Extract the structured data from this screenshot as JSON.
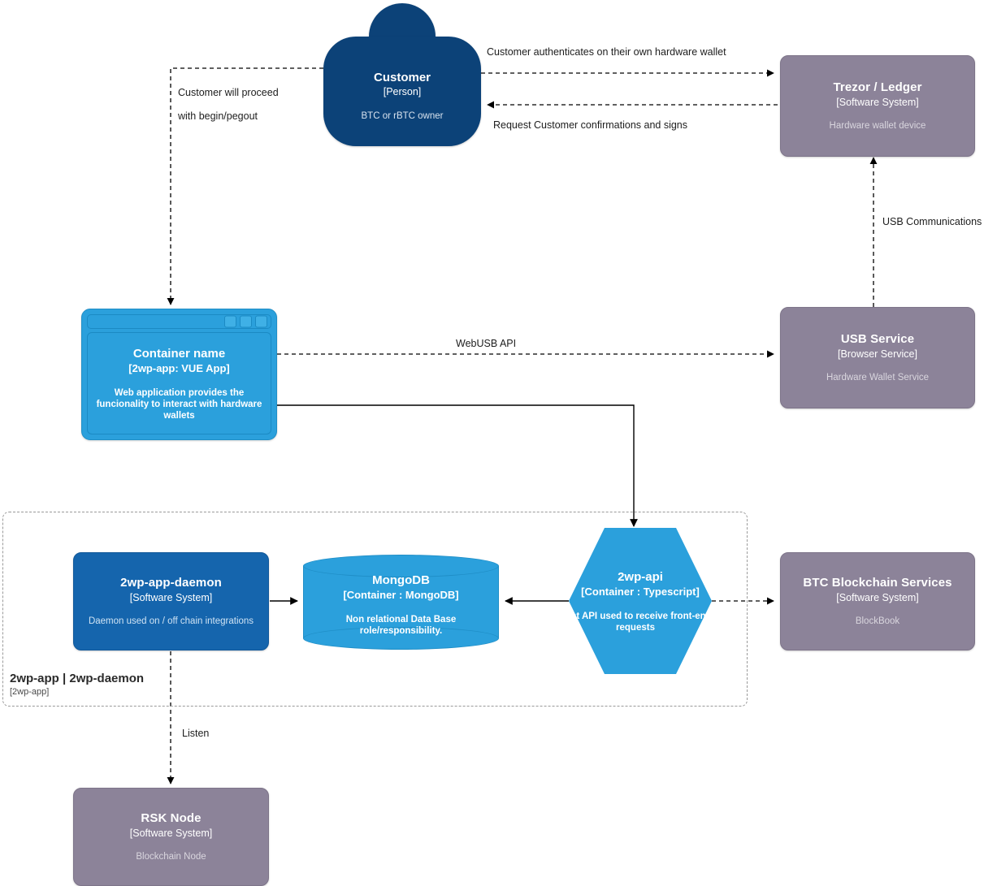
{
  "diagram": {
    "type": "c4-container-diagram",
    "colors": {
      "person_blue": "#0c4278",
      "software_system_grey": "#8c8399",
      "software_system_blue": "#1565ad",
      "container_blue": "#2ba0dc",
      "boundary_dashed": "#9a9a9a",
      "edge": "#000000",
      "background": "#ffffff"
    }
  },
  "nodes": {
    "customer": {
      "name": "Customer",
      "tech": "[Person]",
      "description": "BTC or rBTC owner",
      "shape": "person"
    },
    "trezor_ledger": {
      "name": "Trezor / Ledger",
      "tech": "[Software System]",
      "description": "Hardware wallet device",
      "shape": "rounded-rect"
    },
    "usb_service": {
      "name": "USB Service",
      "tech": "[Browser Service]",
      "description": "Hardware Wallet Service",
      "shape": "rounded-rect"
    },
    "container_name": {
      "name": "Container name",
      "tech": "[2wp-app: VUE App]",
      "description": "Web application provides the funcionality to interact with hardware wallets",
      "shape": "browser-window"
    },
    "daemon": {
      "name": "2wp-app-daemon",
      "tech": "[Software System]",
      "description": "Daemon used on / off chain integrations",
      "shape": "rounded-rect"
    },
    "mongodb": {
      "name": "MongoDB",
      "tech": "[Container : MongoDB]",
      "description": "Non relational Data Base role/responsibility.",
      "shape": "cylinder"
    },
    "api": {
      "name": "2wp-api",
      "tech": "[Container : Typescript]",
      "description": "Rest API used to receive front-end requests",
      "shape": "hexagon"
    },
    "btc_blockchain": {
      "name": "BTC Blockchain Services",
      "tech": "[Software System]",
      "description": "BlockBook",
      "shape": "rounded-rect"
    },
    "rsk_node": {
      "name": "RSK Node",
      "tech": "[Software System]",
      "description": "Blockchain Node",
      "shape": "rounded-rect"
    }
  },
  "boundary": {
    "name": "2wp-app | 2wp-daemon",
    "tech": "[2wp-app]"
  },
  "edges": {
    "customer_to_trezor": "Customer authenticates on their own hardware wallet",
    "trezor_to_customer": "Request Customer confirmations and signs",
    "customer_to_container_line1": "Customer will proceed",
    "customer_to_container_line2": "with begin/pegout",
    "container_to_usb": "WebUSB API",
    "usb_to_trezor": "USB Communications",
    "daemon_to_rsk": "Listen"
  }
}
